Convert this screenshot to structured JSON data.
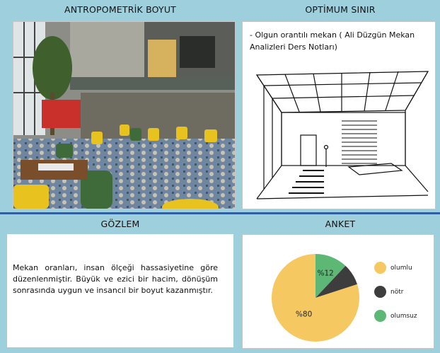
{
  "panels": {
    "anthropometric": {
      "title": "ANTROPOMETRİK BOYUT"
    },
    "optimum": {
      "title": "OPTİMUM SINIR",
      "quote": "- Olgun orantılı mekan ( Ali Düzgün Mekan Analizleri Ders Notları)"
    },
    "observation": {
      "title": "GÖZLEM",
      "text": "Mekan oranları, insan ölçeği hassasiyetine göre düzenlenmiştir. Büyük ve ezici bir hacim, dönüşüm sonrasında uygun ve insancıl bir boyut kazanmıştır."
    },
    "survey": {
      "title": "ANKET"
    }
  },
  "chart_data": {
    "type": "pie",
    "slices": [
      {
        "name": "olumlu",
        "value": 80,
        "label": "%80",
        "color": "#f5c862"
      },
      {
        "name": "nötr",
        "value": 8,
        "label": "",
        "color": "#3d3d3d"
      },
      {
        "name": "olumsuz",
        "value": 12,
        "label": "%12",
        "color": "#5cb874"
      }
    ],
    "legend": [
      "olumlu",
      "nötr",
      "olumsuz"
    ],
    "legend_position": "right"
  },
  "colors": {
    "background": "#9ecfdc",
    "divider": "#2f5f9e"
  }
}
